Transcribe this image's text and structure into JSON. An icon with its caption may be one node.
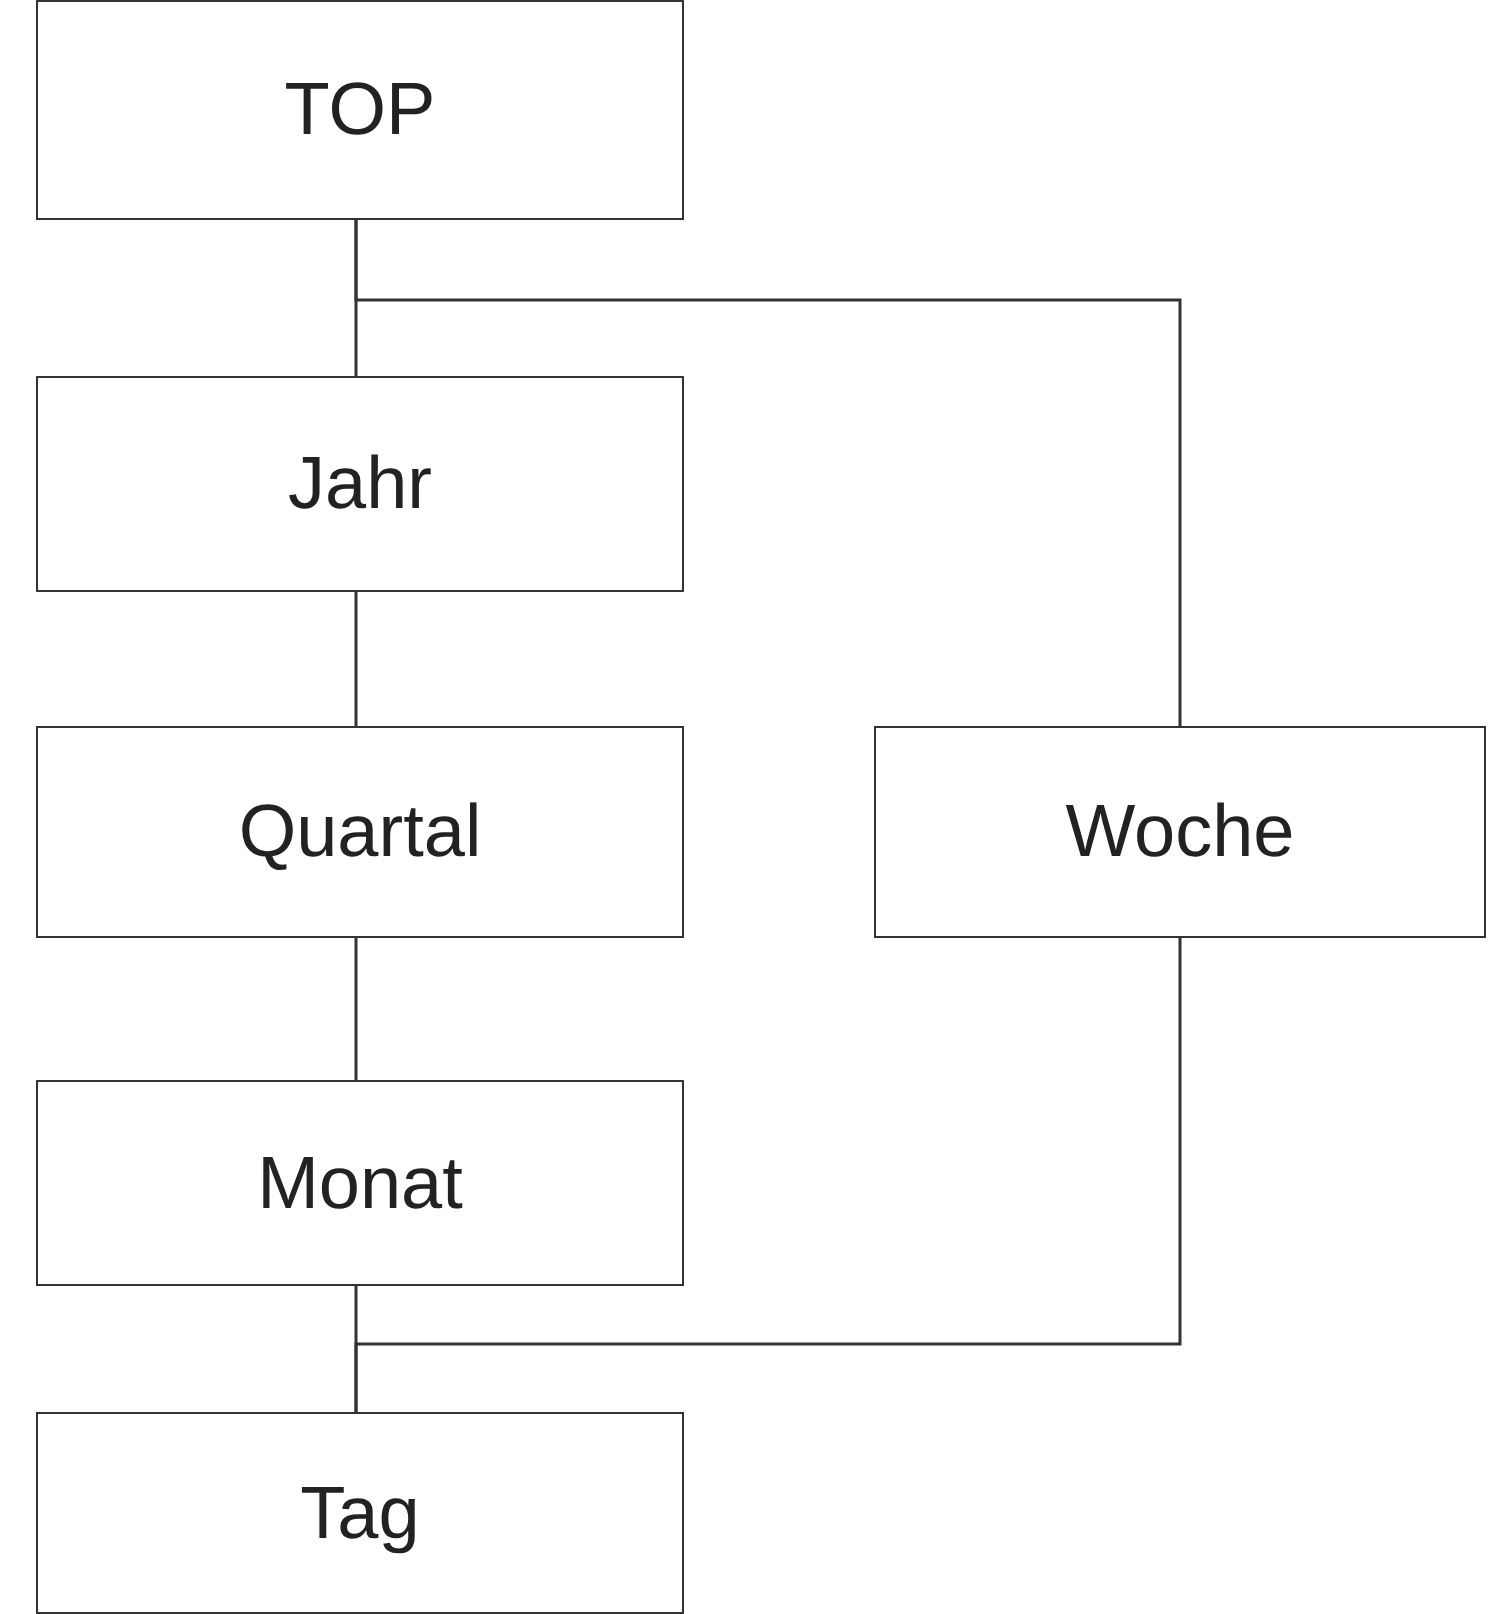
{
  "diagram": {
    "nodes": [
      {
        "text": [
          "TOP"
        ]
      },
      {
        "text": [
          "Jahr"
        ]
      },
      {
        "text": [
          "Quartal"
        ]
      },
      {
        "text": [
          "Woche"
        ]
      },
      {
        "text": [
          "Monat"
        ]
      },
      {
        "text": [
          "Tag"
        ]
      }
    ],
    "edges": [
      {
        "from": 0,
        "to": 1,
        "arrow": "none"
      },
      {
        "from": 1,
        "to": 2,
        "arrow": "none"
      },
      {
        "from": 2,
        "to": 4,
        "arrow": "none"
      },
      {
        "from": 4,
        "to": 5,
        "arrow": "none"
      },
      {
        "from": 0,
        "to": 3,
        "arrow": "none"
      },
      {
        "from": 3,
        "to": 5,
        "arrow": "none"
      }
    ]
  }
}
